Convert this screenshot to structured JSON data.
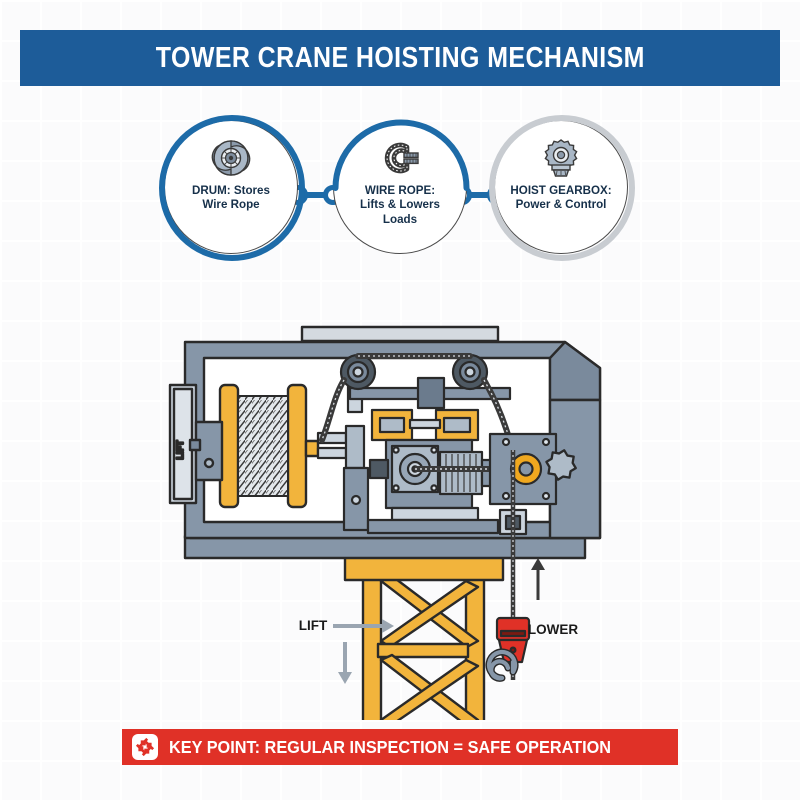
{
  "title": {
    "text": "TOWER CRANE HOISTING MECHANISM",
    "banner_color": "#1d5c99"
  },
  "badges": [
    {
      "icon": "drum-spool-icon",
      "label": "DRUM: Stores Wire Rope",
      "line1": "DRUM: Stores",
      "line2": "Wire Rope",
      "ring_color": "#1d6ba8",
      "ring_style": "full-blue"
    },
    {
      "icon": "wire-rope-coil-icon",
      "label": "WIRE ROPE: Lifts & Lowers Loads",
      "line1": "WIRE ROPE:",
      "line2": "Lifts & Lowers",
      "line3": "Loads",
      "ring_color": "#1d6ba8",
      "ring_style": "top-arc-blue"
    },
    {
      "icon": "gearbox-gear-icon",
      "label": "HOIST GEARBOX: Power & Control",
      "line1": "HOIST GEARBOX:",
      "line2": "Power & Control",
      "ring_color": "#c8ccd1",
      "ring_style": "full-gray"
    }
  ],
  "diagram": {
    "name": "hoisting-mechanism-cutaway",
    "machine_plate_label": "LIFT",
    "parts": {
      "housing": "machine-housing",
      "drum": "winch-drum",
      "rope_coils": "wire-rope-coils",
      "pulleys": "top-pulleys",
      "motor": "electric-motor",
      "gearbox": "gearbox-housing",
      "sheave": "orange-sheave",
      "mast": "tower-mast",
      "hook_block": "hook-block"
    },
    "annotations": [
      {
        "name": "lift-label",
        "text": "LIFT"
      },
      {
        "name": "lower-label",
        "text": "LOWER"
      }
    ],
    "colors": {
      "frame_gray": "#8696a8",
      "frame_light": "#aebbc8",
      "frame_dark": "#6b7b8d",
      "panel_light": "#ccd5de",
      "accent_yellow": "#f2b43c",
      "mast_yellow": "#f2b43c",
      "hook_red": "#e03127",
      "outline": "#2a2a2a",
      "arrow_gray": "#9aa5b1"
    }
  },
  "key_point": {
    "icon": "crossed-wrenches-icon",
    "text": "KEY POINT: REGULAR INSPECTION = SAFE OPERATION",
    "banner_color": "#e03127"
  }
}
